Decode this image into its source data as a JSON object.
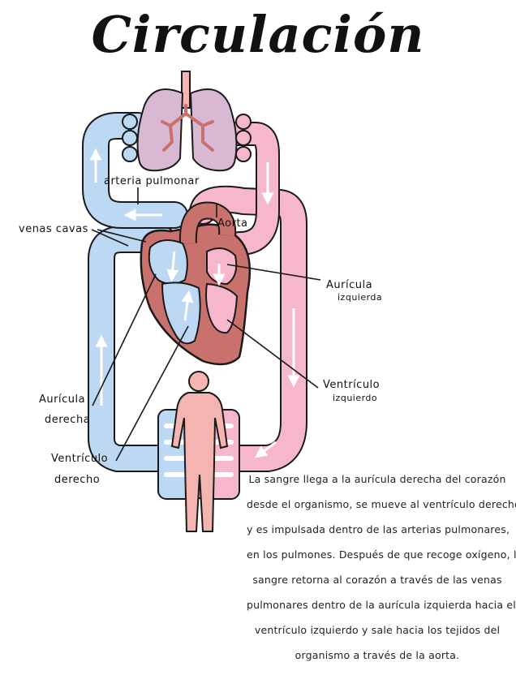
{
  "title": "Circulación",
  "labels": {
    "arteria_pulmonar": "arteria pulmonar",
    "venas_cavas": "venas cavas",
    "aorta": "Aorta",
    "auricula_izquierda_1": "Aurícula",
    "auricula_izquierda_2": "izquierda",
    "ventriculo_izquierdo_1": "Ventrículo",
    "ventriculo_izquierdo_2": "izquierdo",
    "auricula_derecha_1": "Aurícula",
    "auricula_derecha_2": "derecha",
    "ventriculo_derecho_1": "Ventrículo",
    "ventriculo_derecho_2": "derecho"
  },
  "description": [
    "La sangre llega a la aurícula derecha del corazón",
    "desde el organismo, se mueve al ventrículo derecho",
    "y es impulsada dentro de las arterias pulmonares,",
    "en los pulmones. Después de que recoge oxígeno, la",
    "sangre retorna al corazón a través de las venas",
    "pulmonares dentro de la aurícula izquierda hacia el",
    "ventrículo izquierdo y sale hacia los tejidos del",
    "organismo a través de la aorta."
  ],
  "colors": {
    "blue": "#bcd8f2",
    "pink": "#f6b7cd",
    "heart": "#c9716d",
    "lungs": "#d9b8d3",
    "body": "#f4b4b0",
    "outline": "#1a1a1a"
  }
}
